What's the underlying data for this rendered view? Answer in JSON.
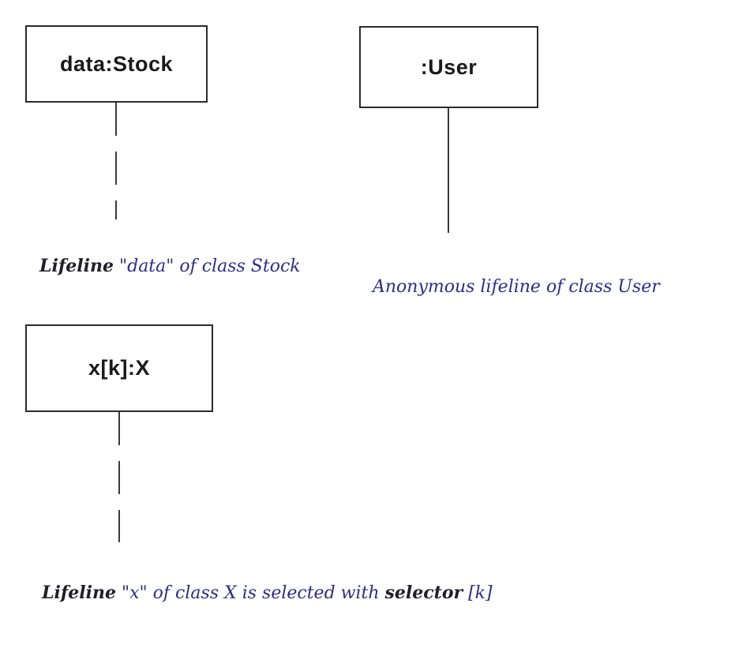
{
  "colors": {
    "background": "#ffffff",
    "box_border": "#2b2b2b",
    "box_label": "#1a1a1a",
    "lifeline_line": "#3a3a3a",
    "caption_text": "#2c2c92",
    "caption_emphasis": "#20202a"
  },
  "lifelines": {
    "stock": {
      "head_label": "data:Stock",
      "line_style": "dashed"
    },
    "user": {
      "head_label": ":User",
      "line_style": "solid"
    },
    "x": {
      "head_label": "x[k]:X",
      "line_style": "dashed"
    }
  },
  "captions": {
    "stock": {
      "segments": [
        {
          "text": "Lifeline",
          "emphasis": true
        },
        {
          "text": " \"data\" of class Stock",
          "emphasis": false
        }
      ]
    },
    "user": {
      "segments": [
        {
          "text": "Anonymous lifeline of class User",
          "emphasis": false
        }
      ]
    },
    "x": {
      "segments": [
        {
          "text": "Lifeline",
          "emphasis": true
        },
        {
          "text": " \"x\" of class X is selected with ",
          "emphasis": false
        },
        {
          "text": "selector",
          "emphasis": true
        },
        {
          "text": " [k]",
          "emphasis": false
        }
      ]
    }
  }
}
